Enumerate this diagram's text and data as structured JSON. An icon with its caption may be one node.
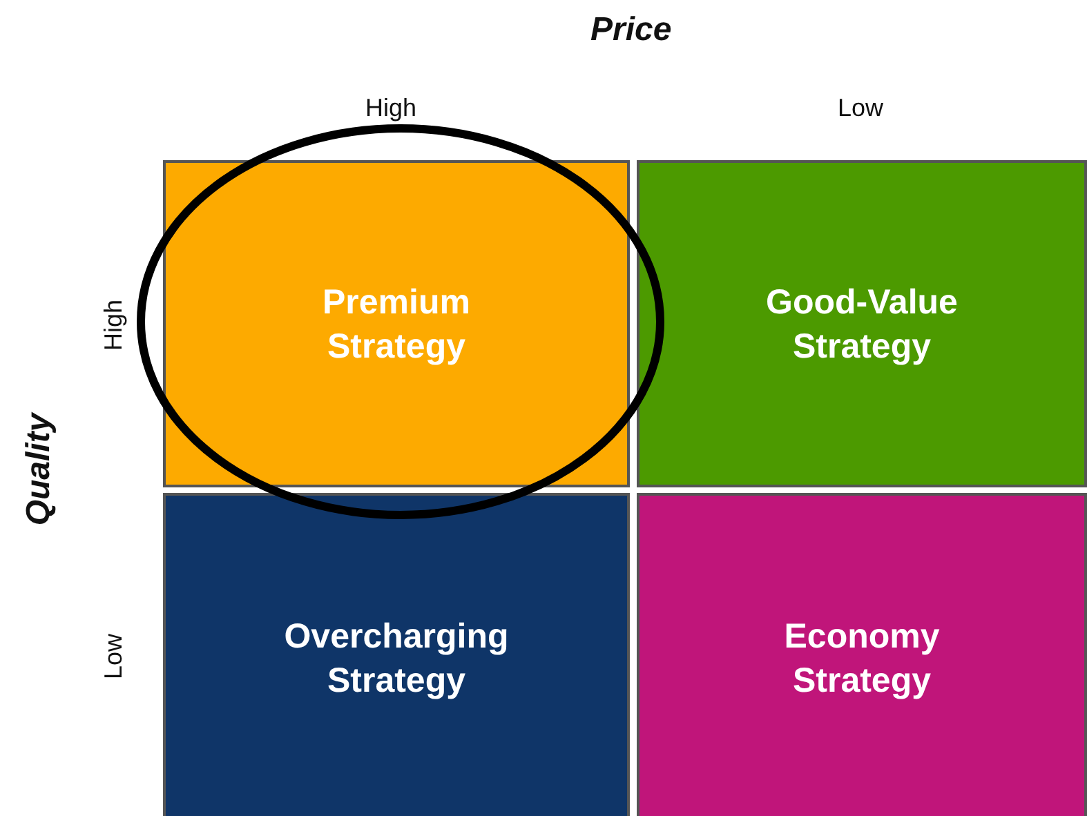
{
  "diagram": {
    "nodes": [
      {
        "text": [
          "Premium Strategy"
        ]
      },
      {
        "text": [
          "Good-Value Strategy"
        ]
      },
      {
        "text": [
          "Overcharging Strategy"
        ]
      },
      {
        "text": [
          "Economy Strategy"
        ]
      }
    ],
    "labels": [
      "Price",
      "High",
      "Low",
      "High",
      "Quality",
      "Low"
    ]
  }
}
